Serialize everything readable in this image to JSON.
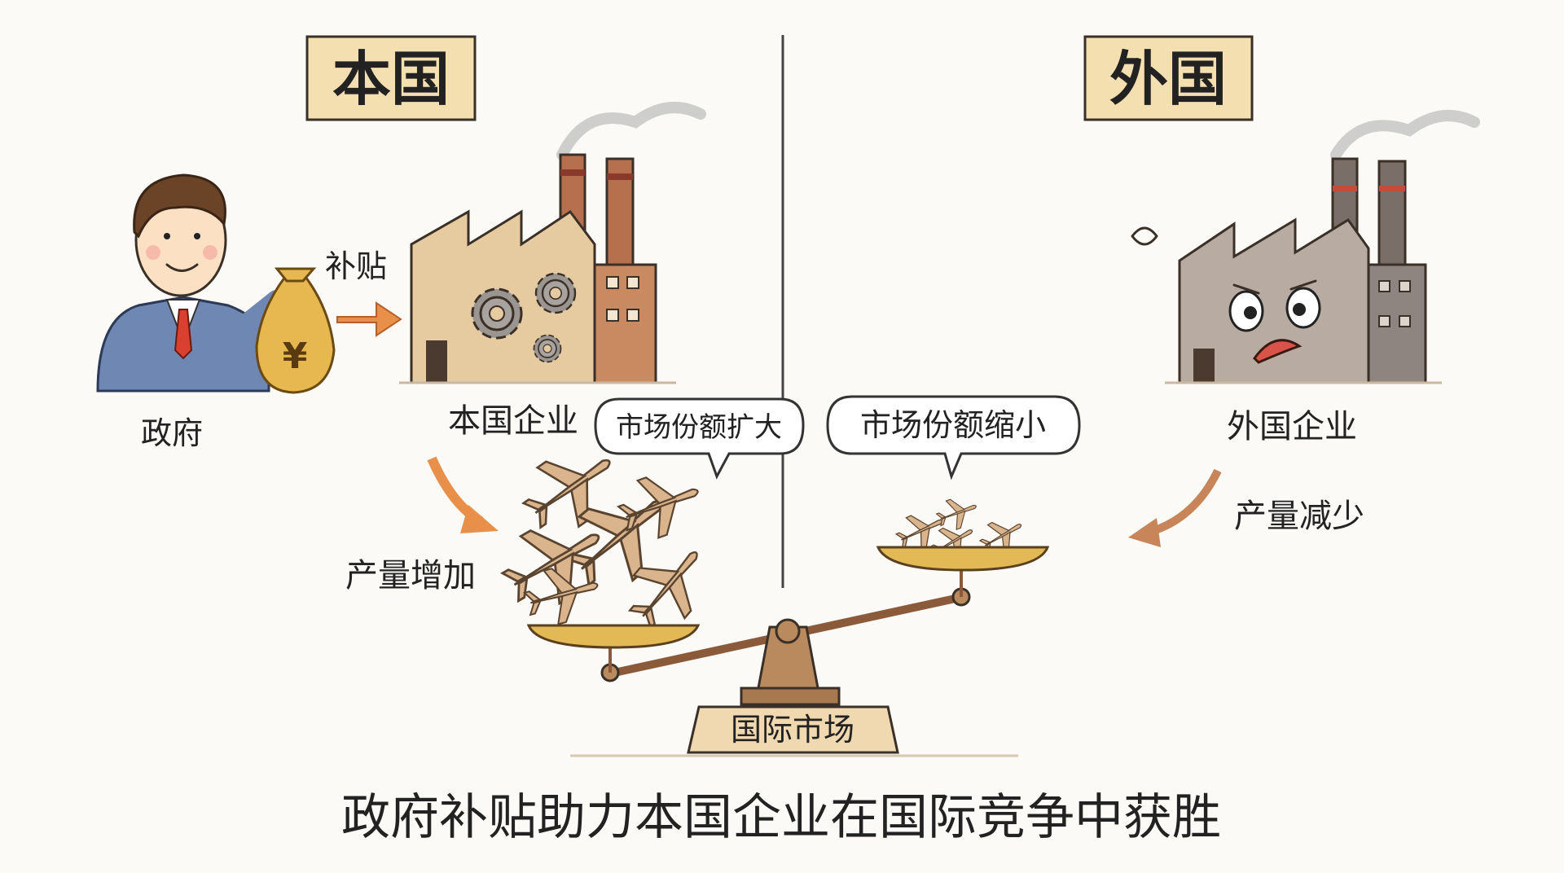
{
  "headers": {
    "home": "本国",
    "foreign": "外国"
  },
  "government": {
    "label": "政府",
    "money_symbol": "¥"
  },
  "subsidy": {
    "label": "补贴"
  },
  "home_firm": {
    "label": "本国企业",
    "bubble": "市场份额扩大",
    "output_label": "产量增加"
  },
  "foreign_firm": {
    "label": "外国企业",
    "bubble": "市场份额缩小",
    "output_label": "产量减少"
  },
  "market": {
    "label": "国际市场"
  },
  "caption": "政府补贴助力本国企业在国际竞争中获胜",
  "colors": {
    "header_bg": "#f3dfb0",
    "home_factory": "#e6caa0",
    "foreign_factory": "#b8aca2",
    "arrow": "#e8904a",
    "pan": "#e2b955",
    "plane": "#d9b48c"
  }
}
